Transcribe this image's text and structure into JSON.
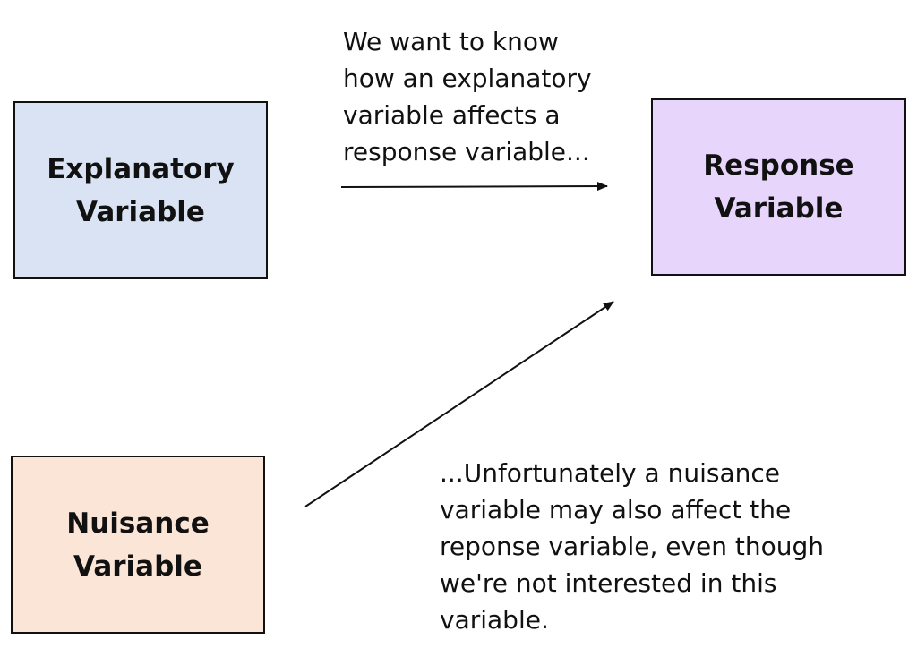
{
  "diagram": {
    "nodes": {
      "explanatory": {
        "label": "Explanatory\nVariable",
        "color": "#dae3f3"
      },
      "response": {
        "label": "Response\nVariable",
        "color": "#e8d5fb"
      },
      "nuisance": {
        "label": "Nuisance\nVariable",
        "color": "#fbe5d6"
      }
    },
    "edges": [
      {
        "from": "explanatory",
        "to": "response"
      },
      {
        "from": "nuisance",
        "to": "response"
      }
    ],
    "annotations": {
      "top": "We want to know\nhow an explanatory\nvariable affects a\nresponse variable...",
      "bottom": "...Unfortunately a nuisance\nvariable may also affect the\nreponse variable, even though\nwe're not interested in this\nvariable."
    },
    "line_color": "#111111"
  }
}
